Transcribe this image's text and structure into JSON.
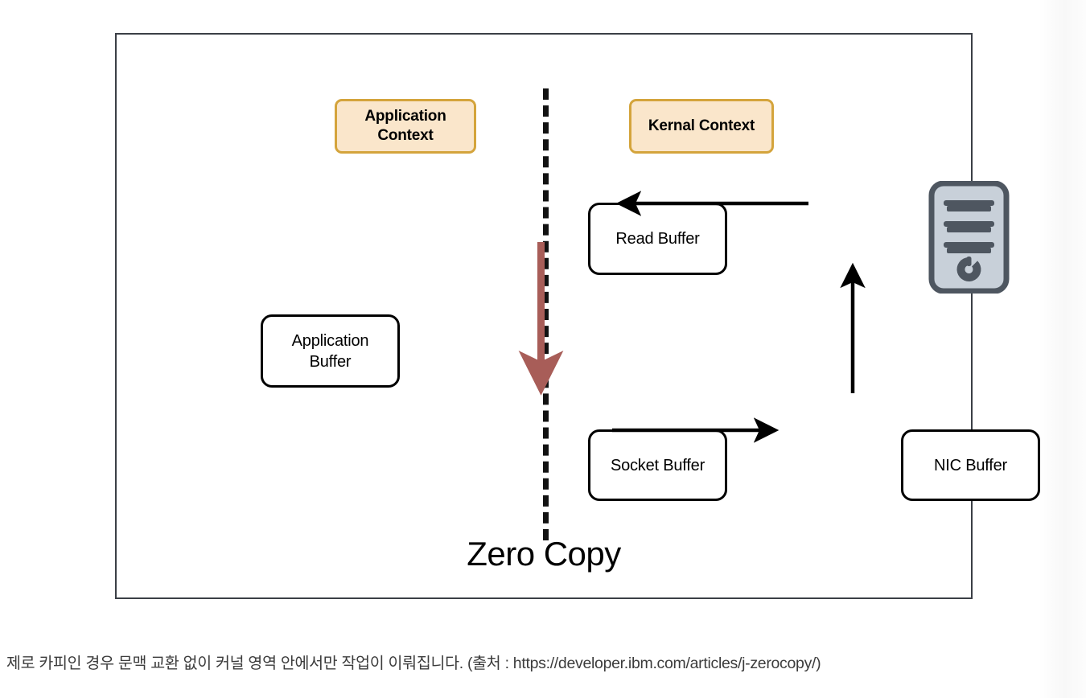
{
  "diagram": {
    "title": "Zero Copy",
    "contexts": [
      {
        "id": "application-context",
        "label": "Application\nContext"
      },
      {
        "id": "kernel-context",
        "label": "Kernal Context"
      }
    ],
    "nodes": [
      {
        "id": "application-buffer",
        "label": "Application\nBuffer"
      },
      {
        "id": "read-buffer",
        "label": "Read Buffer"
      },
      {
        "id": "socket-buffer",
        "label": "Socket Buffer"
      },
      {
        "id": "nic-buffer",
        "label": "NIC Buffer"
      },
      {
        "id": "server",
        "label": "server-icon"
      }
    ],
    "edges": [
      {
        "from": "server",
        "to": "read-buffer",
        "color": "#000000",
        "style": "solid",
        "direction": "left"
      },
      {
        "from": "read-buffer",
        "to": "socket-buffer",
        "color": "#a85d58",
        "style": "solid",
        "direction": "down"
      },
      {
        "from": "socket-buffer",
        "to": "nic-buffer",
        "color": "#000000",
        "style": "solid",
        "direction": "right"
      },
      {
        "from": "nic-buffer",
        "to": "server",
        "color": "#000000",
        "style": "solid",
        "direction": "up"
      }
    ],
    "divider": {
      "style": "dashed",
      "color": "#121212"
    },
    "colors": {
      "context_fill": "#fae6cb",
      "context_border": "#d4a43c",
      "node_border": "#000000",
      "copy_arrow": "#a85d58",
      "server_body": "#c8d0d9",
      "server_border": "#4e5660",
      "frame_border": "#3b3f46"
    }
  },
  "caption": {
    "text": "제로 카피인 경우 문맥 교환 없이 커널 영역 안에서만 작업이 이뤄집니다. (출처 : https://developer.ibm.com/articles/j-zerocopy/)"
  }
}
